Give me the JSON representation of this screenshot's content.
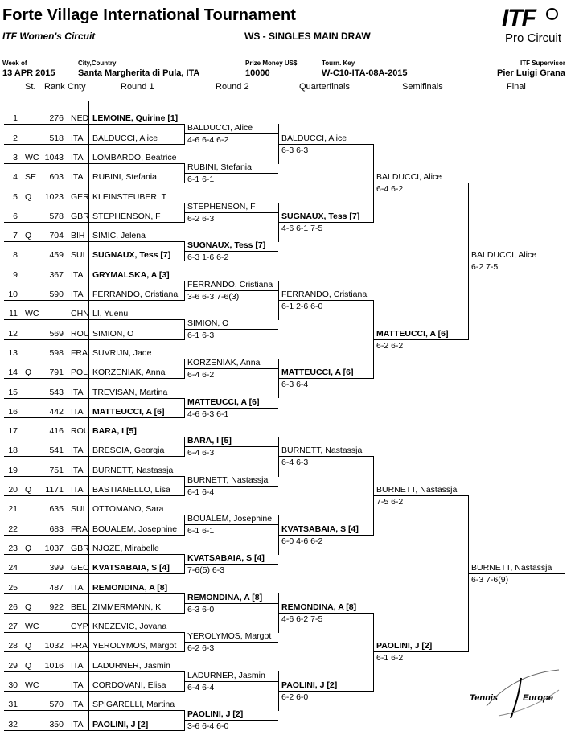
{
  "header": {
    "title": "Forte Village International Tournament",
    "subtitle": "ITF Women's Circuit",
    "draw_name": "WS - SINGLES MAIN DRAW",
    "logo_top": "ITF",
    "logo_bottom": "Pro Circuit"
  },
  "info": {
    "week_label": "Week of",
    "week": "13 APR 2015",
    "city_label": "City,Country",
    "city": "Santa Margherita di Pula, ITA",
    "prize_label": "Prize Money US$",
    "prize": "10000",
    "key_label": "Tourn. Key",
    "key": "W-C10-ITA-08A-2015",
    "sup_label": "ITF Supervisor",
    "supervisor": "Pier Luigi Grana"
  },
  "columns": {
    "st": "St.",
    "rank": "Rank",
    "cnty": "Cnty",
    "r1": "Round 1",
    "r2": "Round 2",
    "qf": "Quarterfinals",
    "sf": "Semifinals",
    "f": "Final"
  },
  "players": [
    {
      "n": "1",
      "st": "",
      "rank": "276",
      "cnty": "NED",
      "name": "LEMOINE, Quirine [1]",
      "bold": true
    },
    {
      "n": "2",
      "st": "",
      "rank": "518",
      "cnty": "ITA",
      "name": "BALDUCCI, Alice",
      "bold": false
    },
    {
      "n": "3",
      "st": "WC",
      "rank": "1043",
      "cnty": "ITA",
      "name": "LOMBARDO, Beatrice",
      "bold": false
    },
    {
      "n": "4",
      "st": "SE",
      "rank": "603",
      "cnty": "ITA",
      "name": "RUBINI, Stefania",
      "bold": false
    },
    {
      "n": "5",
      "st": "Q",
      "rank": "1023",
      "cnty": "GER",
      "name": "KLEINSTEUBER, T",
      "bold": false
    },
    {
      "n": "6",
      "st": "",
      "rank": "578",
      "cnty": "GBR",
      "name": "STEPHENSON, F",
      "bold": false
    },
    {
      "n": "7",
      "st": "Q",
      "rank": "704",
      "cnty": "BIH",
      "name": "SIMIC, Jelena",
      "bold": false
    },
    {
      "n": "8",
      "st": "",
      "rank": "459",
      "cnty": "SUI",
      "name": "SUGNAUX, Tess [7]",
      "bold": true
    },
    {
      "n": "9",
      "st": "",
      "rank": "367",
      "cnty": "ITA",
      "name": "GRYMALSKA, A [3]",
      "bold": true
    },
    {
      "n": "10",
      "st": "",
      "rank": "590",
      "cnty": "ITA",
      "name": "FERRANDO, Cristiana",
      "bold": false
    },
    {
      "n": "11",
      "st": "WC",
      "rank": "",
      "cnty": "CHN",
      "name": "LI, Yuenu",
      "bold": false
    },
    {
      "n": "12",
      "st": "",
      "rank": "569",
      "cnty": "ROU",
      "name": "SIMION, O",
      "bold": false
    },
    {
      "n": "13",
      "st": "",
      "rank": "598",
      "cnty": "FRA",
      "name": "SUVRIJN, Jade",
      "bold": false
    },
    {
      "n": "14",
      "st": "Q",
      "rank": "791",
      "cnty": "POL",
      "name": "KORZENIAK, Anna",
      "bold": false
    },
    {
      "n": "15",
      "st": "",
      "rank": "543",
      "cnty": "ITA",
      "name": "TREVISAN, Martina",
      "bold": false
    },
    {
      "n": "16",
      "st": "",
      "rank": "442",
      "cnty": "ITA",
      "name": "MATTEUCCI, A [6]",
      "bold": true
    },
    {
      "n": "17",
      "st": "",
      "rank": "416",
      "cnty": "ROU",
      "name": "BARA, I [5]",
      "bold": true
    },
    {
      "n": "18",
      "st": "",
      "rank": "541",
      "cnty": "ITA",
      "name": "BRESCIA, Georgia",
      "bold": false
    },
    {
      "n": "19",
      "st": "",
      "rank": "751",
      "cnty": "ITA",
      "name": "BURNETT, Nastassja",
      "bold": false
    },
    {
      "n": "20",
      "st": "Q",
      "rank": "1171",
      "cnty": "ITA",
      "name": "BASTIANELLO, Lisa",
      "bold": false
    },
    {
      "n": "21",
      "st": "",
      "rank": "635",
      "cnty": "SUI",
      "name": "OTTOMANO, Sara",
      "bold": false
    },
    {
      "n": "22",
      "st": "",
      "rank": "683",
      "cnty": "FRA",
      "name": "BOUALEM, Josephine",
      "bold": false
    },
    {
      "n": "23",
      "st": "Q",
      "rank": "1037",
      "cnty": "GBR",
      "name": "NJOZE, Mirabelle",
      "bold": false
    },
    {
      "n": "24",
      "st": "",
      "rank": "399",
      "cnty": "GEO",
      "name": "KVATSABAIA, S [4]",
      "bold": true
    },
    {
      "n": "25",
      "st": "",
      "rank": "487",
      "cnty": "ITA",
      "name": "REMONDINA, A [8]",
      "bold": true
    },
    {
      "n": "26",
      "st": "Q",
      "rank": "922",
      "cnty": "BEL",
      "name": "ZIMMERMANN, K",
      "bold": false
    },
    {
      "n": "27",
      "st": "WC",
      "rank": "",
      "cnty": "CYP",
      "name": "KNEZEVIC, Jovana",
      "bold": false
    },
    {
      "n": "28",
      "st": "Q",
      "rank": "1032",
      "cnty": "FRA",
      "name": "YEROLYMOS, Margot",
      "bold": false
    },
    {
      "n": "29",
      "st": "Q",
      "rank": "1016",
      "cnty": "ITA",
      "name": "LADURNER, Jasmin",
      "bold": false
    },
    {
      "n": "30",
      "st": "WC",
      "rank": "",
      "cnty": "ITA",
      "name": "CORDOVANI, Elisa",
      "bold": false
    },
    {
      "n": "31",
      "st": "",
      "rank": "570",
      "cnty": "ITA",
      "name": "SPIGARELLI, Martina",
      "bold": false
    },
    {
      "n": "32",
      "st": "",
      "rank": "350",
      "cnty": "ITA",
      "name": "PAOLINI, J [2]",
      "bold": true
    }
  ],
  "round2": [
    {
      "name": "BALDUCCI, Alice",
      "score": "4-6 6-4 6-2",
      "bold": false
    },
    {
      "name": "RUBINI, Stefania",
      "score": "6-1 6-1",
      "bold": false
    },
    {
      "name": "STEPHENSON, F",
      "score": "6-2 6-3",
      "bold": false
    },
    {
      "name": "SUGNAUX, Tess [7]",
      "score": "6-3 1-6 6-2",
      "bold": true
    },
    {
      "name": "FERRANDO, Cristiana",
      "score": "3-6 6-3 7-6(3)",
      "bold": false
    },
    {
      "name": "SIMION, O",
      "score": "6-1 6-3",
      "bold": false
    },
    {
      "name": "KORZENIAK, Anna",
      "score": "6-4 6-2",
      "bold": false
    },
    {
      "name": "MATTEUCCI, A [6]",
      "score": "4-6 6-3 6-1",
      "bold": true
    },
    {
      "name": "BARA, I [5]",
      "score": "6-4 6-3",
      "bold": true
    },
    {
      "name": "BURNETT, Nastassja",
      "score": "6-1 6-4",
      "bold": false
    },
    {
      "name": "BOUALEM, Josephine",
      "score": "6-1 6-1",
      "bold": false
    },
    {
      "name": "KVATSABAIA, S [4]",
      "score": "7-6(5) 6-3",
      "bold": true
    },
    {
      "name": "REMONDINA, A [8]",
      "score": "6-3 6-0",
      "bold": true
    },
    {
      "name": "YEROLYMOS, Margot",
      "score": "6-2 6-3",
      "bold": false
    },
    {
      "name": "LADURNER, Jasmin",
      "score": "6-4 6-4",
      "bold": false
    },
    {
      "name": "PAOLINI, J [2]",
      "score": "3-6 6-4 6-0",
      "bold": true
    }
  ],
  "quarterfinals": [
    {
      "name": "BALDUCCI, Alice",
      "score": "6-3 6-3",
      "bold": false
    },
    {
      "name": "SUGNAUX, Tess [7]",
      "score": "4-6 6-1 7-5",
      "bold": true
    },
    {
      "name": "FERRANDO, Cristiana",
      "score": "6-1 2-6 6-0",
      "bold": false
    },
    {
      "name": "MATTEUCCI, A [6]",
      "score": "6-3 6-4",
      "bold": true
    },
    {
      "name": "BURNETT, Nastassja",
      "score": "6-4 6-3",
      "bold": false
    },
    {
      "name": "KVATSABAIA, S [4]",
      "score": "6-0 4-6 6-2",
      "bold": true
    },
    {
      "name": "REMONDINA, A [8]",
      "score": "4-6 6-2 7-5",
      "bold": true
    },
    {
      "name": "PAOLINI, J [2]",
      "score": "6-2 6-0",
      "bold": true
    }
  ],
  "semifinals": [
    {
      "name": "BALDUCCI, Alice",
      "score": "6-4 6-2",
      "bold": false
    },
    {
      "name": "MATTEUCCI, A [6]",
      "score": "6-2 6-2",
      "bold": true
    },
    {
      "name": "BURNETT, Nastassja",
      "score": "7-5 6-2",
      "bold": false
    },
    {
      "name": "PAOLINI, J [2]",
      "score": "6-1 6-2",
      "bold": true
    }
  ],
  "final": [
    {
      "name": "BALDUCCI, Alice",
      "score": "6-2 7-5",
      "bold": false
    },
    {
      "name": "BURNETT, Nastassja",
      "score": "6-3 7-6(9)",
      "bold": false
    }
  ],
  "footer_logo": {
    "left": "Tennis",
    "right": "Europe"
  }
}
